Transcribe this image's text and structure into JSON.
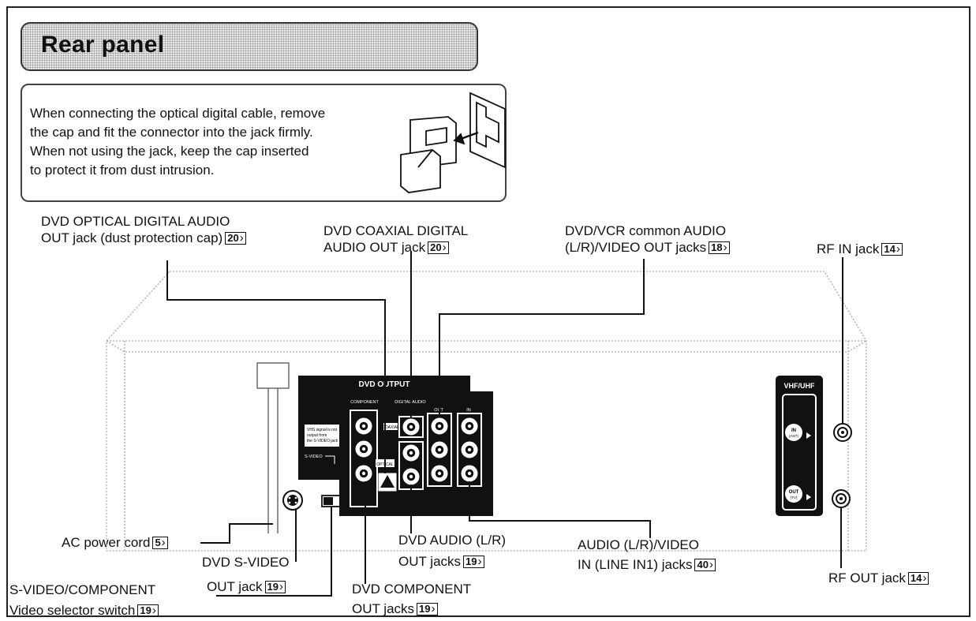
{
  "title": "Rear panel",
  "note": {
    "lines": [
      "When connecting the optical digital cable, remove",
      "the cap and fit the connector into the jack firmly.",
      "When not using the jack, keep the cap inserted",
      "to protect it from dust intrusion."
    ]
  },
  "callouts": {
    "optical": {
      "line1": "DVD OPTICAL DIGITAL AUDIO",
      "line2": "OUT jack (dust protection cap)",
      "ref": "20"
    },
    "coaxial": {
      "line1": "DVD COAXIAL DIGITAL",
      "line2": "AUDIO OUT jack",
      "ref": "20"
    },
    "common": {
      "line1": "DVD/VCR common AUDIO",
      "line2": "(L/R)/VIDEO OUT jacks",
      "ref": "18"
    },
    "rf_in": {
      "line1": "RF IN jack",
      "ref": "14"
    },
    "ac_power": {
      "line1": "AC power cord",
      "ref": "5"
    },
    "s_video": {
      "line1": "DVD S-VIDEO",
      "line2": "OUT jack",
      "ref": "19"
    },
    "dvd_audio": {
      "line1": "DVD AUDIO (L/R)",
      "line2": "OUT jacks",
      "ref": "19"
    },
    "line_in": {
      "line1": "AUDIO (L/R)/VIDEO",
      "line2": "IN (LINE IN1) jacks",
      "ref": "40"
    },
    "rf_out": {
      "line1": "RF OUT jack",
      "ref": "14"
    },
    "selector": {
      "line1": "S-VIDEO/COMPONENT",
      "line2": "Video selector switch",
      "ref": "19"
    },
    "component": {
      "line1": "DVD COMPONENT",
      "line2": "OUT jacks",
      "ref": "19"
    }
  },
  "panel": {
    "dvd_output": "DVD OUTPUT",
    "component": "COMPONENT",
    "digital_audio": "DIGITAL AUDIO",
    "out": "OUT",
    "in": "IN",
    "vhs_note_1": "VHS signal is not",
    "vhs_note_2": "output from",
    "vhs_note_3": "the S-VIDEO jack",
    "s_video_switch": "S-VIDEO",
    "coaxial": "COAXIAL",
    "optical": "OPTICAL",
    "vhf_uhf": "VHF/UHF",
    "in_label": "IN",
    "ant_label": "(ANT)",
    "out_label": "OUT",
    "tv_label": "(TV)"
  }
}
